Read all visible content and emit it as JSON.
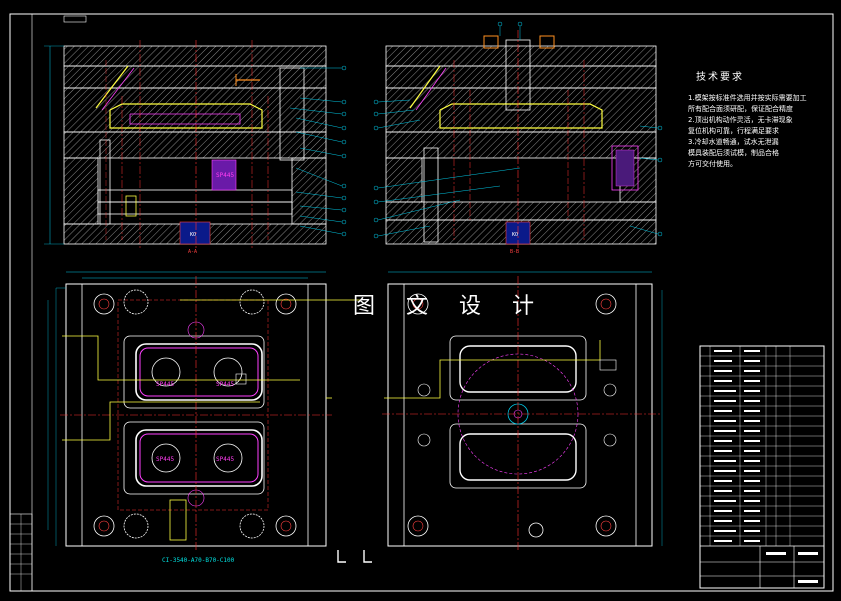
{
  "drawing": {
    "watermark": "图 文 设 计",
    "tech_title": "技术要求",
    "tech_lines": [
      "1.模架按标准件选用并按实际需要加工",
      "所有配合面须研配，保证配合精度",
      "2.顶出机构动作灵活，无卡滞现象",
      "复位机构可靠，行程满足要求",
      "3.冷却水道畅通，试水无泄漏",
      "模具装配后须试模，制品合格",
      "方可交付使用。"
    ],
    "part_labels": [
      "SP445",
      "SP445",
      "SP445",
      "SP445",
      "SP445"
    ],
    "section_caption_left": "A-A",
    "section_caption_right": "B-B",
    "ko_label": "KO",
    "mold_base_spec": "CI-3540-A70-B70-C100",
    "colors": {
      "background": "#000000",
      "outline": "#ffffff",
      "centerline": "#ff3030",
      "hatch": "#9a9a9a",
      "leader": "#00c8e6",
      "part": "#ffff40",
      "cavity": "#ff40ff",
      "water": "#40ff40"
    }
  }
}
